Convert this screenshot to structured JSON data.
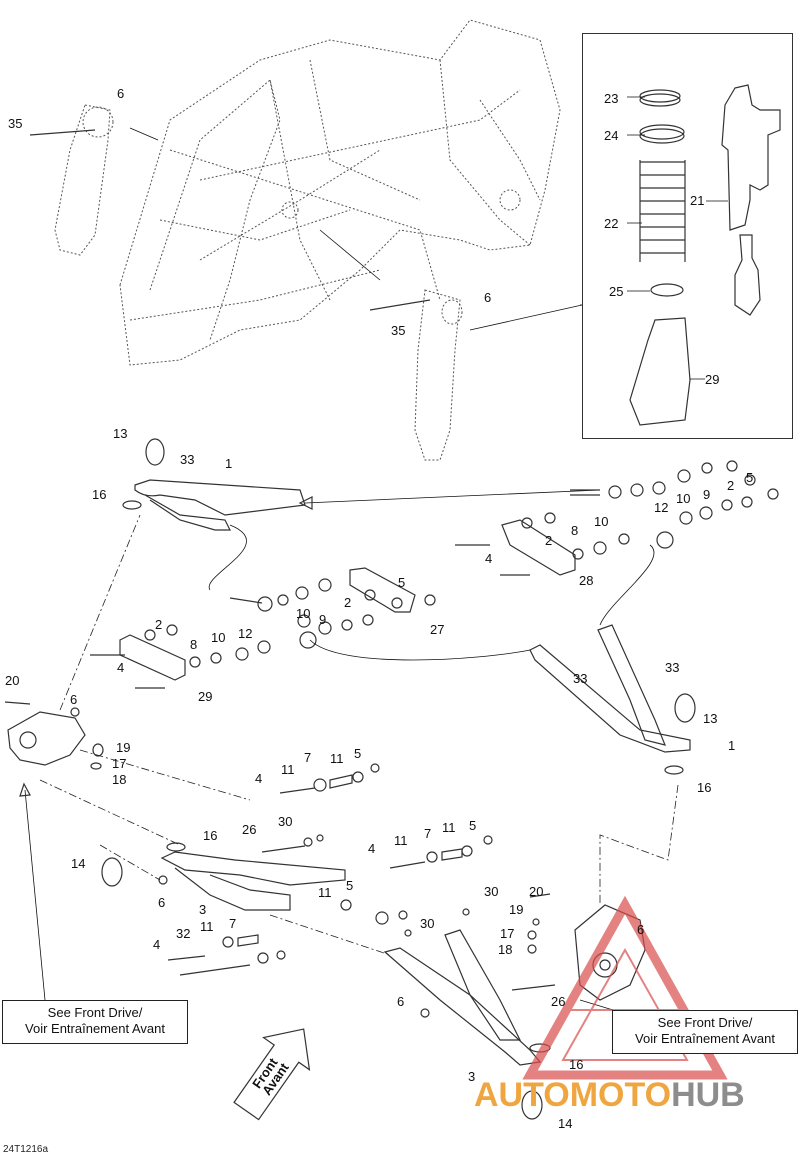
{
  "diagram_code": "24T1216a",
  "notes": {
    "left": [
      "See Front Drive/",
      "Voir Entraînement Avant"
    ],
    "right": [
      "See Front Drive/",
      "Voir Entraînement Avant"
    ]
  },
  "front_arrow": [
    "Front",
    "Avant"
  ],
  "watermark": {
    "part1": "AUTOMOTO",
    "part2": "HUB",
    "color1": "#f0a640",
    "color2": "#8d8d8d"
  },
  "callouts": [
    {
      "id": "c35a",
      "text": "35"
    },
    {
      "id": "c6a",
      "text": "6"
    },
    {
      "id": "c6b",
      "text": "6"
    },
    {
      "id": "c35b",
      "text": "35"
    },
    {
      "id": "c23",
      "text": "23"
    },
    {
      "id": "c24",
      "text": "24"
    },
    {
      "id": "c22",
      "text": "22"
    },
    {
      "id": "c21",
      "text": "21"
    },
    {
      "id": "c25",
      "text": "25"
    },
    {
      "id": "c29a",
      "text": "29"
    },
    {
      "id": "c13a",
      "text": "13"
    },
    {
      "id": "c33a",
      "text": "33"
    },
    {
      "id": "c1a",
      "text": "1"
    },
    {
      "id": "c16a",
      "text": "16"
    },
    {
      "id": "c5a",
      "text": "5"
    },
    {
      "id": "c2a",
      "text": "2"
    },
    {
      "id": "c9a",
      "text": "9"
    },
    {
      "id": "c10a",
      "text": "10"
    },
    {
      "id": "c12a",
      "text": "12"
    },
    {
      "id": "c8a",
      "text": "8"
    },
    {
      "id": "c2b",
      "text": "2"
    },
    {
      "id": "c10b",
      "text": "10"
    },
    {
      "id": "c4a",
      "text": "4"
    },
    {
      "id": "c28",
      "text": "28"
    },
    {
      "id": "c5b",
      "text": "5"
    },
    {
      "id": "c2c",
      "text": "2"
    },
    {
      "id": "c9b",
      "text": "9"
    },
    {
      "id": "c10c",
      "text": "10"
    },
    {
      "id": "c27",
      "text": "27"
    },
    {
      "id": "c2d",
      "text": "2"
    },
    {
      "id": "c8b",
      "text": "8"
    },
    {
      "id": "c10d",
      "text": "10"
    },
    {
      "id": "c12b",
      "text": "12"
    },
    {
      "id": "c4b",
      "text": "4"
    },
    {
      "id": "c29b",
      "text": "29"
    },
    {
      "id": "c33b",
      "text": "33"
    },
    {
      "id": "c33c",
      "text": "33"
    },
    {
      "id": "c13b",
      "text": "13"
    },
    {
      "id": "c1b",
      "text": "1"
    },
    {
      "id": "c16b",
      "text": "16"
    },
    {
      "id": "c20a",
      "text": "20"
    },
    {
      "id": "c6c",
      "text": "6"
    },
    {
      "id": "c19a",
      "text": "19"
    },
    {
      "id": "c17a",
      "text": "17"
    },
    {
      "id": "c18a",
      "text": "18"
    },
    {
      "id": "c7a",
      "text": "7"
    },
    {
      "id": "c11a",
      "text": "11"
    },
    {
      "id": "c5c",
      "text": "5"
    },
    {
      "id": "c4c",
      "text": "4"
    },
    {
      "id": "c11b",
      "text": "11"
    },
    {
      "id": "c16c",
      "text": "16"
    },
    {
      "id": "c26a",
      "text": "26"
    },
    {
      "id": "c30a",
      "text": "30"
    },
    {
      "id": "c14a",
      "text": "14"
    },
    {
      "id": "c6d",
      "text": "6"
    },
    {
      "id": "c3a",
      "text": "3"
    },
    {
      "id": "c5d",
      "text": "5"
    },
    {
      "id": "c11c",
      "text": "11"
    },
    {
      "id": "c4d",
      "text": "4"
    },
    {
      "id": "c32",
      "text": "32"
    },
    {
      "id": "c11d",
      "text": "11"
    },
    {
      "id": "c7b",
      "text": "7"
    },
    {
      "id": "c11e",
      "text": "11"
    },
    {
      "id": "c7c",
      "text": "7"
    },
    {
      "id": "c11f",
      "text": "11"
    },
    {
      "id": "c5e",
      "text": "5"
    },
    {
      "id": "c4e",
      "text": "4"
    },
    {
      "id": "c30b",
      "text": "30"
    },
    {
      "id": "c30c",
      "text": "30"
    },
    {
      "id": "c20b",
      "text": "20"
    },
    {
      "id": "c19b",
      "text": "19"
    },
    {
      "id": "c17b",
      "text": "17"
    },
    {
      "id": "c18b",
      "text": "18"
    },
    {
      "id": "c6e",
      "text": "6"
    },
    {
      "id": "c6f",
      "text": "6"
    },
    {
      "id": "c26b",
      "text": "26"
    },
    {
      "id": "c3b",
      "text": "3"
    },
    {
      "id": "c16d",
      "text": "16"
    },
    {
      "id": "c14b",
      "text": "14"
    }
  ]
}
